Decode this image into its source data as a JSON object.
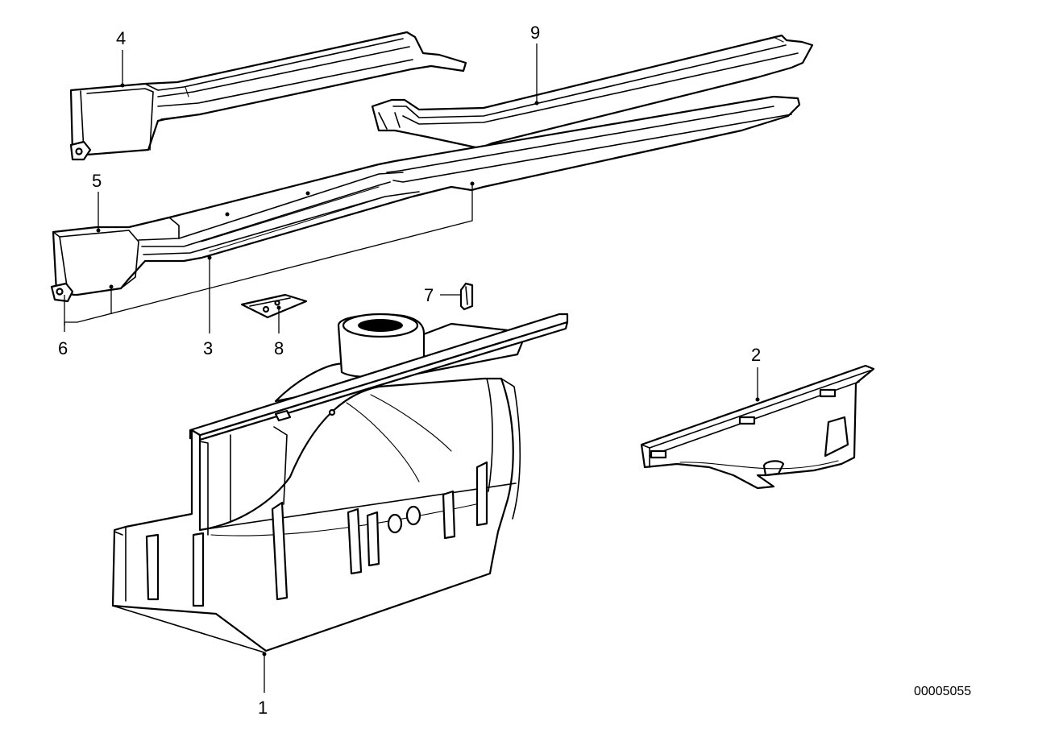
{
  "callouts": {
    "c1": "1",
    "c2": "2",
    "c3": "3",
    "c4": "4",
    "c5": "5",
    "c6": "6",
    "c7": "7",
    "c8": "8",
    "c9": "9"
  },
  "reference_number": "00005055"
}
